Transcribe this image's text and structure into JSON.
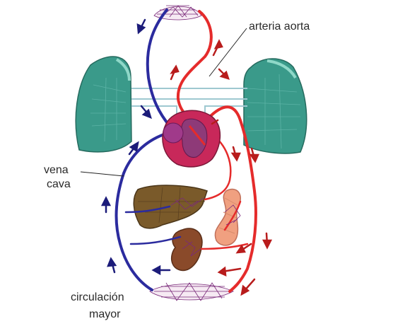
{
  "labels": {
    "aorta": "arteria aorta",
    "vena_line1": "vena",
    "vena_line2": "cava",
    "circ_line1": "circulación",
    "circ_line2": "mayor"
  },
  "colors": {
    "artery": "#e52b2b",
    "vein": "#2b2b9e",
    "lung": "#3a9a8a",
    "heart": "#c8285a",
    "liver": "#7a5a2a",
    "kidney": "#8a4a2a",
    "intestine": "#f0a080",
    "arrow_artery": "#b81c1c",
    "arrow_vein": "#1c1c7a"
  }
}
